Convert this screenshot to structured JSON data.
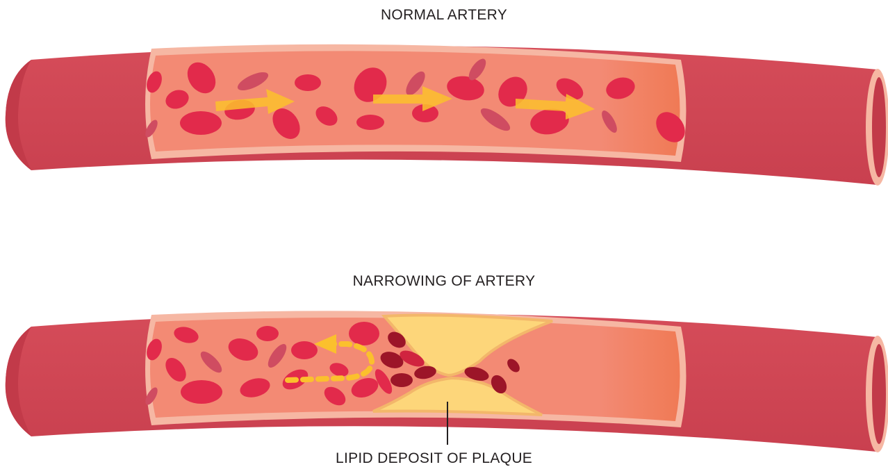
{
  "labels": {
    "top": "NORMAL ARTERY",
    "bottom": "NARROWING OF ARTERY",
    "plaque": "LIPID DEPOSIT OF PLAQUE"
  },
  "colors": {
    "artery_wall": "#d54c59",
    "artery_wall_dark": "#c23a49",
    "lining": "#f6b7a3",
    "lumen": "#f38a74",
    "blood_cell": "#e22a4b",
    "blood_cell_dim": "#cf4c61",
    "blood_cell_dark": "#9c1528",
    "arrow": "#fbc02d",
    "plaque": "#fdd67a",
    "plaque_edge": "#f3b76a"
  }
}
